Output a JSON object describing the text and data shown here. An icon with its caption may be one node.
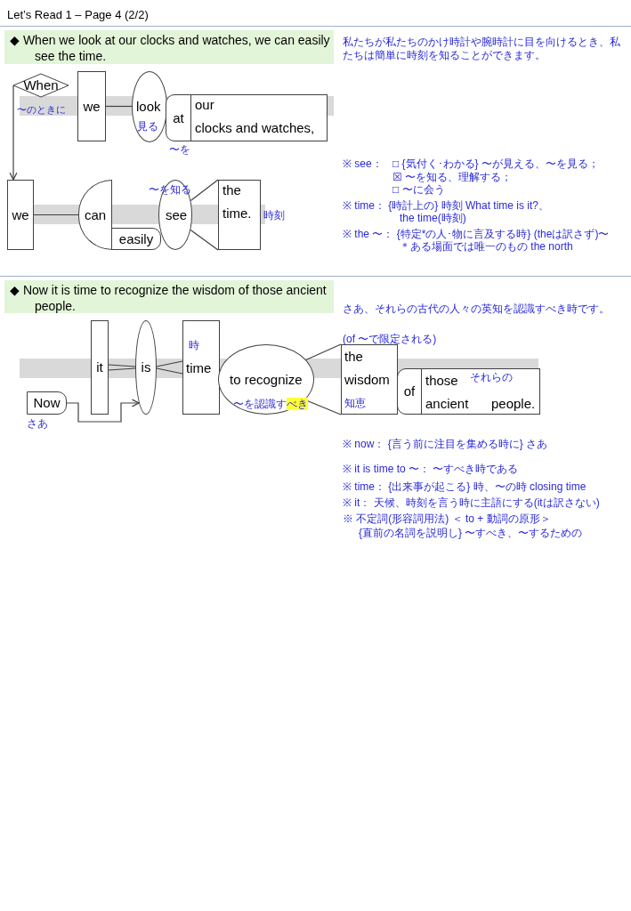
{
  "diagram": {
    "nodes": [
      {
        "text": [
          "◆ When we look at our clocks and watches, we can easily see the time."
        ]
      },
      {
        "text": [
          "When"
        ]
      },
      {
        "text": [
          "we"
        ],
        "beside": [
          "〜のときに"
        ]
      },
      {
        "text": [
          "look",
          "見る"
        ]
      },
      {
        "text": [
          "at"
        ],
        "beside": [
          "〜を"
        ]
      },
      {
        "text": [
          "our",
          "clocks and watches,"
        ]
      },
      {
        "text": [
          "we"
        ]
      },
      {
        "text": [
          "can"
        ]
      },
      {
        "text": [
          "easily"
        ]
      },
      {
        "text": [
          "〜を知る",
          "see"
        ]
      },
      {
        "text": [
          "the",
          "time."
        ],
        "beside": [
          "時刻"
        ]
      },
      {
        "text": [
          "◆ Now it is time to recognize the wisdom of those ancient people."
        ]
      },
      {
        "text": [
          "it"
        ]
      },
      {
        "text": [
          "is"
        ]
      },
      {
        "text": [
          "時",
          "time"
        ]
      },
      {
        "text": [
          "to recognize",
          "〜を認識す**べき**"
        ]
      },
      {
        "text": [
          "Now"
        ],
        "beside": [
          "さあ"
        ]
      },
      {
        "text": [
          "the",
          "wisdom",
          "知恵"
        ],
        "beside": [
          "(of 〜で限定される)"
        ]
      },
      {
        "text": [
          "of"
        ]
      },
      {
        "text": [
          "those",
          "それらの",
          "ancient",
          "people."
        ]
      }
    ],
    "edges": [
      {
        "from": 1,
        "to": 6,
        "arrow": "to"
      },
      {
        "from": 2,
        "to": 3,
        "arrow": "none"
      },
      {
        "from": 6,
        "to": 7,
        "arrow": "none"
      },
      {
        "from": 9,
        "to": 10,
        "arrow": "none"
      },
      {
        "from": 12,
        "to": 13,
        "arrow": "none"
      },
      {
        "from": 13,
        "to": 14,
        "arrow": "none"
      },
      {
        "from": 16,
        "to": 13,
        "arrow": "to"
      },
      {
        "from": 15,
        "to": 17,
        "arrow": "none"
      },
      {
        "from": 9,
        "to": 10,
        "arrow": "none"
      },
      {
        "from": 15,
        "to": 17,
        "arrow": "none"
      }
    ],
    "labels": [
      "Let’s Read 1 – Page 4 (2/2)",
      "私たちが私たちのかけ時計や腕時計に目を向けるとき、私たちは簡単に時刻を知ることができます。",
      "※ see：",
      "□ {気付く･わかる} 〜が見える、〜を見る；",
      "☒ 〜を知る、理解する；",
      "□ 〜に会う",
      "※ time： {時計上の} 時刻 What time is it?、",
      "the time(時刻)",
      "※ the 〜： {特定*の人･物に言及する時} (theは訳さず)〜",
      "＊ある場面では唯一のもの the north",
      "さあ、それらの古代の人々の英知を認識すべき時です。",
      "※ now： {言う前に注目を集める時に} さあ",
      "※ it is time to 〜： 〜すべき時である",
      "※ time： {出来事が起こる} 時、〜の時 closing time",
      "※ it： 天候、時刻を言う時に主語にする(itは訳さない)",
      "※ 不定詞(形容詞用法) ＜ to + 動詞の原形＞",
      "{直前の名詞を説明し} 〜すべき、〜するための"
    ]
  }
}
